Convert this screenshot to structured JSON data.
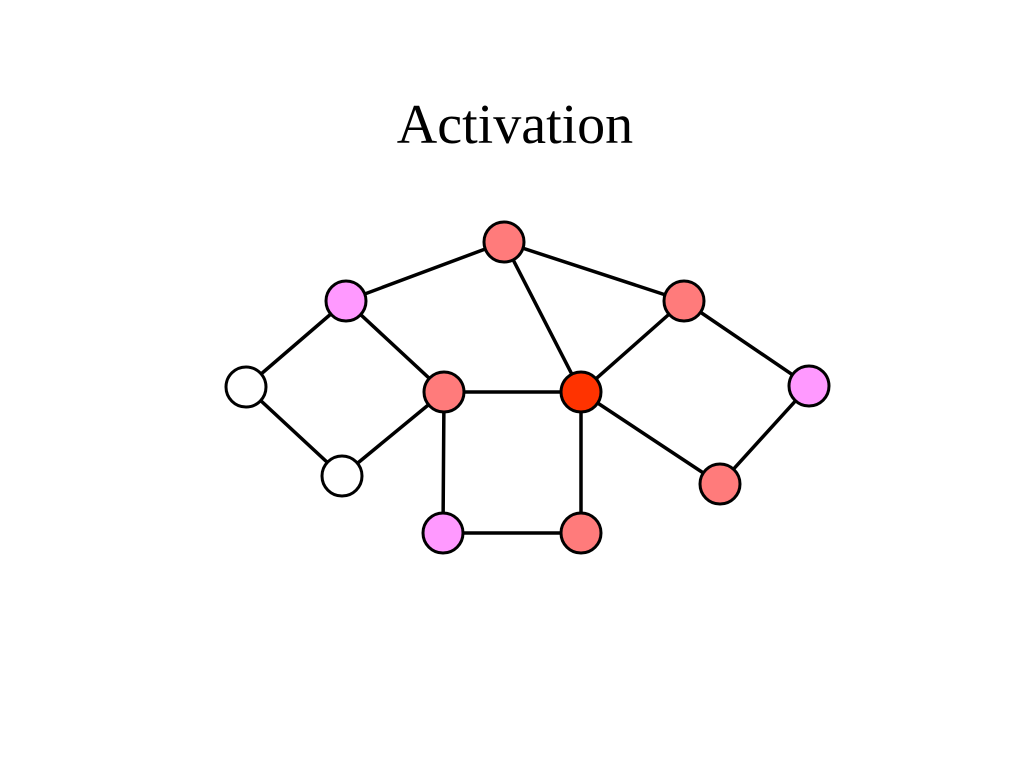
{
  "slide": {
    "title": "Activation"
  },
  "colors": {
    "inactive": "#ffffff",
    "weak": "#ff99ff",
    "medium": "#ff7b7b",
    "strong": "#ff3300",
    "edge": "#000000"
  },
  "graph": {
    "nodes": [
      {
        "id": "top",
        "activation": "medium"
      },
      {
        "id": "upper-left",
        "activation": "weak"
      },
      {
        "id": "upper-right",
        "activation": "medium"
      },
      {
        "id": "far-left",
        "activation": "inactive"
      },
      {
        "id": "lower-left",
        "activation": "inactive"
      },
      {
        "id": "center-left",
        "activation": "medium"
      },
      {
        "id": "center-right",
        "activation": "strong"
      },
      {
        "id": "far-right",
        "activation": "weak"
      },
      {
        "id": "lower-right",
        "activation": "medium"
      },
      {
        "id": "bottom-left",
        "activation": "weak"
      },
      {
        "id": "bottom-right",
        "activation": "medium"
      }
    ],
    "edges": [
      [
        "upper-left",
        "top"
      ],
      [
        "top",
        "upper-right"
      ],
      [
        "top",
        "center-right"
      ],
      [
        "far-left",
        "upper-left"
      ],
      [
        "upper-left",
        "center-left"
      ],
      [
        "far-left",
        "lower-left"
      ],
      [
        "lower-left",
        "center-left"
      ],
      [
        "center-left",
        "center-right"
      ],
      [
        "center-right",
        "upper-right"
      ],
      [
        "upper-right",
        "far-right"
      ],
      [
        "center-right",
        "lower-right"
      ],
      [
        "lower-right",
        "far-right"
      ],
      [
        "center-left",
        "bottom-left"
      ],
      [
        "bottom-left",
        "bottom-right"
      ],
      [
        "bottom-right",
        "center-right"
      ]
    ]
  }
}
